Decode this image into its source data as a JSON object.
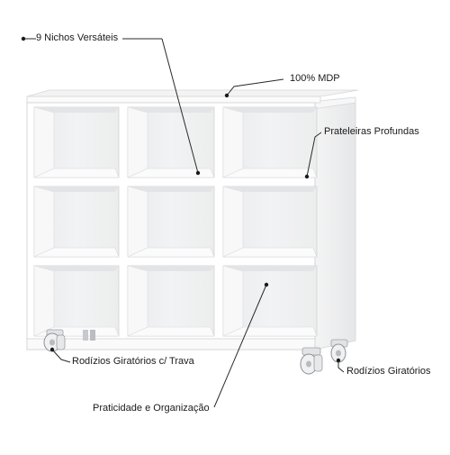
{
  "diagram": {
    "labels": {
      "nichos": "9 Nichos Versáteis",
      "mdp": "100%  MDP",
      "prateleiras": "Prateleiras Profundas",
      "rodizios_trava": "Rodízios Giratórios c/ Trava",
      "rodizios": "Rodízios Giratórios",
      "praticidade": "Praticidade e Organização"
    },
    "product": {
      "niche_count": 9,
      "rows": 3,
      "columns": 3,
      "color": "#ffffff"
    }
  }
}
